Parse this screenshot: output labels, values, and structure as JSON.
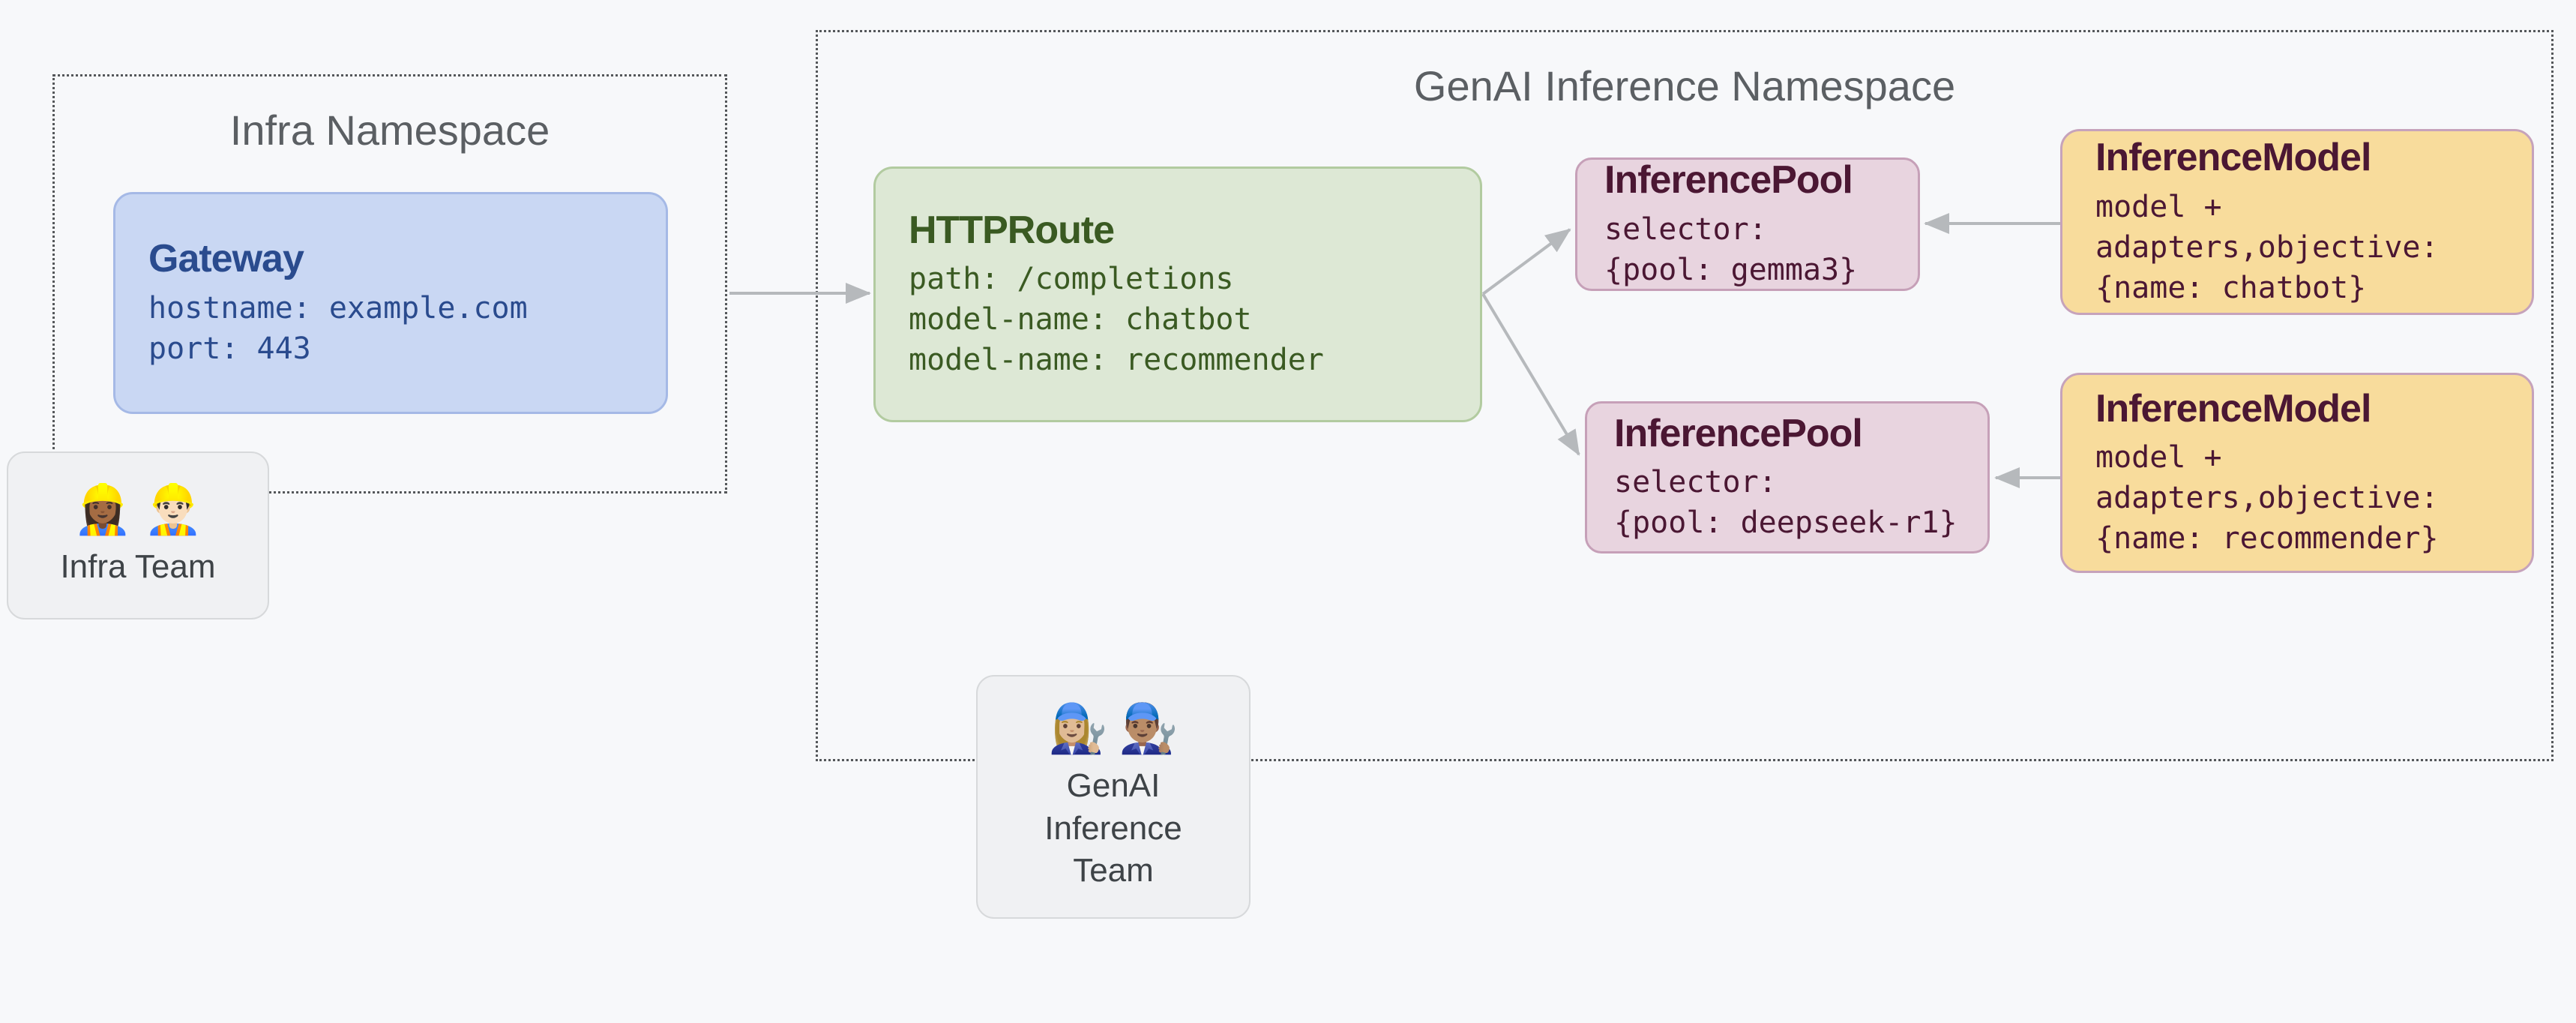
{
  "colors": {
    "page-bg": "#f7f8fa",
    "ns-border": "#54575a",
    "ns-title": "#5b5f63",
    "arrow": "#b6b9bc",
    "gateway-fill": "#c9d7f3",
    "gateway-border": "#a5b9e6",
    "gateway-text": "#2a4b8e",
    "route-fill": "#dde8d5",
    "route-border": "#b2cba0",
    "route-text": "#3a5a22",
    "pool-fill": "#e8d4df",
    "pool-border": "#c6a0b8",
    "pool-text": "#4b1733",
    "model-fill": "#f8dc9c",
    "model-border": "#c6a3bb",
    "model-text": "#4b1733",
    "team-fill": "#f0f1f3",
    "team-border": "#d7d9db",
    "team-text": "#3e4347"
  },
  "namespaces": {
    "infra": {
      "title": "Infra Namespace"
    },
    "genai": {
      "title": "GenAI Inference Namespace"
    }
  },
  "nodes": {
    "gateway": {
      "title": "Gateway",
      "lines": [
        "hostname: example.com",
        "port: 443"
      ]
    },
    "httproute": {
      "title": "HTTPRoute",
      "lines": [
        "path: /completions",
        "model-name: chatbot",
        "model-name: recommender"
      ]
    },
    "pool1": {
      "title": "InferencePool",
      "lines": [
        "selector:",
        "{pool: gemma3}"
      ]
    },
    "model1": {
      "title": "InferenceModel",
      "lines": [
        "model +",
        "adapters,objective:",
        "{name: chatbot}"
      ]
    },
    "pool2": {
      "title": "InferencePool",
      "lines": [
        "selector:",
        "{pool: deepseek-r1}"
      ]
    },
    "model2": {
      "title": "InferenceModel",
      "lines": [
        "model +",
        "adapters,objective:",
        "{name: recommender}"
      ]
    }
  },
  "teams": {
    "infra": {
      "emojis": [
        "👷🏾‍♀️",
        "👷🏻‍♂️"
      ],
      "label": "Infra Team"
    },
    "genai": {
      "emojis": [
        "👩🏼‍🔧",
        "👨🏽‍🔧"
      ],
      "label": "GenAI Inference Team"
    }
  }
}
